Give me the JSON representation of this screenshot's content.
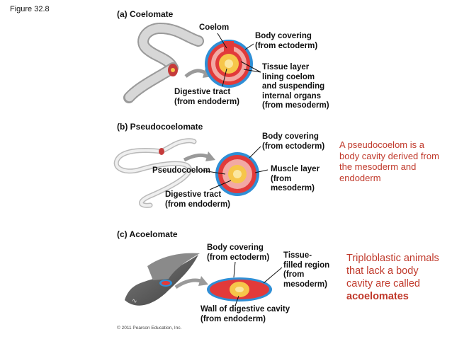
{
  "figure_label": "Figure 32.8",
  "copyright": "© 2011 Pearson Education, Inc.",
  "panels": {
    "a": {
      "heading": "(a) Coelomate",
      "labels": {
        "coelom": "Coelom",
        "body_covering": [
          "Body covering",
          "(from ectoderm)"
        ],
        "tissue_layer": [
          "Tissue layer",
          "lining coelom",
          "and suspending",
          "internal organs",
          "(from mesoderm)"
        ],
        "digestive_tract": [
          "Digestive tract",
          "(from endoderm)"
        ]
      }
    },
    "b": {
      "heading": "(b) Pseudocoelomate",
      "labels": {
        "body_covering": [
          "Body covering",
          "(from ectoderm)"
        ],
        "pseudocoelom": "Pseudocoelom",
        "muscle_layer": [
          "Muscle layer",
          "(from",
          "mesoderm)"
        ],
        "digestive_tract": [
          "Digestive tract",
          "(from endoderm)"
        ]
      },
      "note": [
        "A pseudocoelom is a",
        "body cavity derived from",
        "the mesoderm and",
        "endoderm"
      ]
    },
    "c": {
      "heading": "(c) Acoelomate",
      "labels": {
        "body_covering": [
          "Body covering",
          "(from ectoderm)"
        ],
        "tissue_filled": [
          "Tissue-",
          "filled region",
          "(from",
          "mesoderm)"
        ],
        "wall_digestive": [
          "Wall of digestive cavity",
          "(from endoderm)"
        ]
      },
      "note": [
        "Triploblastic animals",
        "that lack a body",
        "cavity are called"
      ],
      "note_bold": "acoelomates"
    }
  },
  "colors": {
    "ectoderm": "#2f8fd6",
    "mesoderm": "#e23a3a",
    "coelom_cavity": "#f2a9a4",
    "endoderm": "#f6c64a",
    "gut_lumen": "#fbe7a0",
    "note_text": "#c0392b"
  }
}
